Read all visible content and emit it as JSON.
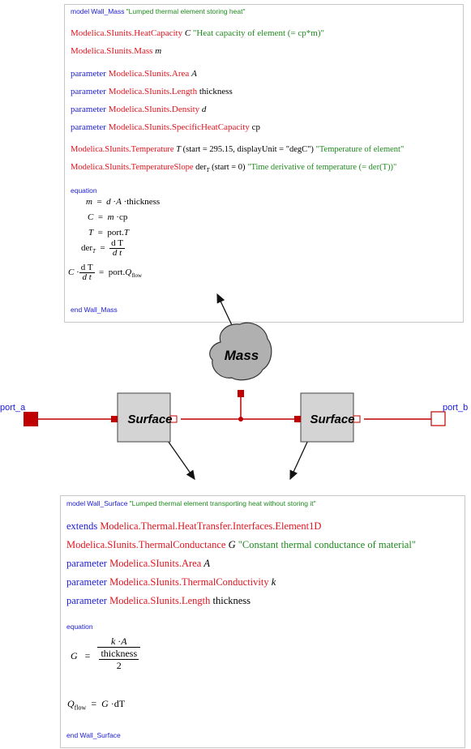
{
  "mass_model": {
    "header_kw": "model",
    "name": "Wall_Mass",
    "description": "\"Lumped thermal element storing heat\"",
    "lines": [
      {
        "type": "Modelica.SIunits.HeatCapacity",
        "var": "C",
        "comment": "\"Heat capacity of element (= cp*m)\""
      },
      {
        "type": "Modelica.SIunits.Mass",
        "var": "m",
        "comment": ""
      }
    ],
    "params": [
      {
        "kw": "parameter",
        "type": "Modelica.SIunits.Area",
        "var": "A"
      },
      {
        "kw": "parameter",
        "type": "Modelica.SIunits.Length",
        "var": "thickness"
      },
      {
        "kw": "parameter",
        "type": "Modelica.SIunits.Density",
        "var": "d"
      },
      {
        "kw": "parameter",
        "type": "Modelica.SIunits.SpecificHeatCapacity",
        "var": "cp"
      }
    ],
    "temp_line": {
      "type": "Modelica.SIunits.Temperature",
      "var": "T",
      "mod": "(start = 295.15, displayUnit = \"degC\")",
      "comment": "\"Temperature of element\""
    },
    "slope_line": {
      "type": "Modelica.SIunits.TemperatureSlope",
      "var": "der",
      "sub": "T",
      "mod": "(start = 0)",
      "comment": "\"Time derivative of temperature (= der(T))\""
    },
    "equation_kw": "equation",
    "equations": {
      "e1_lhs": "m",
      "e1_rhs_a": "d",
      "e1_rhs_b": "A",
      "e1_rhs_c": "thickness",
      "e2_lhs": "C",
      "e2_rhs_a": "m",
      "e2_rhs_b": "cp",
      "e3_lhs": "T",
      "e3_rhs": "port.",
      "e3_rhs_var": "T",
      "e4_lhs": "der",
      "e4_sub": "T",
      "e4_num": "d T",
      "e4_den": "d t",
      "e5_lhs": "C",
      "e5_num": "d T",
      "e5_den": "d t",
      "e5_rhs": "port.",
      "e5_rhs_var": "Q",
      "e5_rhs_sub": "flow"
    },
    "end_line": "end Wall_Mass"
  },
  "diagram": {
    "mass_label": "Mass",
    "surface_left_label": "Surface",
    "surface_right_label": "Surface",
    "port_a_label": "port_a",
    "port_b_label": "port_b",
    "colors": {
      "wire": "#c00000",
      "box_fill": "#d4d4d4",
      "box_stroke": "#444444",
      "mass_fill": "#b0b0b0"
    }
  },
  "surface_model": {
    "header_kw": "model",
    "name": "Wall_Surface",
    "description": "\"Lumped thermal element transporting heat without storing it\"",
    "extends_kw": "extends",
    "extends_type": "Modelica.Thermal.HeatTransfer.Interfaces.Element1D",
    "g_line": {
      "type": "Modelica.SIunits.ThermalConductance",
      "var": "G",
      "comment": "\"Constant thermal conductance of material\""
    },
    "params": [
      {
        "kw": "parameter",
        "type": "Modelica.SIunits.Area",
        "var": "A"
      },
      {
        "kw": "parameter",
        "type": "Modelica.SIunits.ThermalConductivity",
        "var": "k"
      },
      {
        "kw": "parameter",
        "type": "Modelica.SIunits.Length",
        "var": "thickness"
      }
    ],
    "equation_kw": "equation",
    "equations": {
      "g_lhs": "G",
      "g_num_a": "k",
      "g_num_b": "A",
      "g_den_top": "thickness",
      "g_den_bot": "2",
      "q_lhs": "Q",
      "q_sub": "flow",
      "q_rhs_a": "G",
      "q_rhs_b": "dT"
    },
    "end_line": "end Wall_Surface"
  }
}
